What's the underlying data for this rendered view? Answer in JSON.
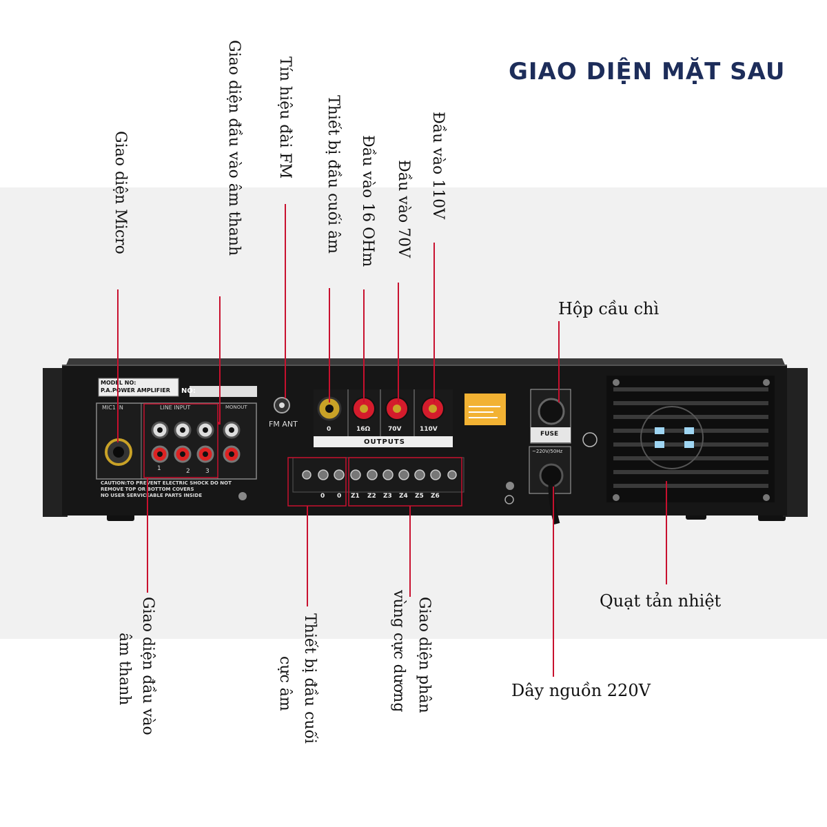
{
  "title": "GIAO DIỆN MẶT SAU",
  "labels": {
    "micro": "Giao diện Micro",
    "audio_in_top": "Giao diện đầu vào âm thanh",
    "fm": "Tín hiệu đài FM",
    "neg_top": "Thiết bị đầu cuối âm",
    "in16": "Đầu vào 16 OHm",
    "in70": "Đầu vào  70V",
    "in110": "Đầu vào  110V",
    "fuse_box": "Hộp cầu chì",
    "audio_in_bottom_1": "Giao diện đầu vào",
    "audio_in_bottom_2": "âm thanh",
    "neg_bottom_1": "Thiết bị đầu cuối",
    "neg_bottom_2": "cực âm",
    "zone_1": "Giao diện phân",
    "zone_2": "vùng cực dương",
    "fan": "Quạt tản nhiệt",
    "power_cord": "Dây nguồn 220V"
  },
  "panel": {
    "model_no": "MODEL NO:",
    "model_desc": "P.A.POWER AMPLIFIER",
    "no_label": "NO:",
    "mic_in": "MIC1 IN",
    "line_input": "LINE INPUT",
    "mon_out": "MONOUT",
    "ch1": "1",
    "ch2": "2",
    "ch3": "3",
    "caution1": "CAUTION:TO PREVENT ELECTRIC SHOCK DO NOT",
    "caution2": "REMOVE TOP OR BOTTOM COVERS",
    "caution3": "NO USER SERVICEABLE PARTS INSIDE",
    "fm_ant": "FM ANT",
    "out0": "0",
    "out16": "16Ω",
    "out70": "70V",
    "out110": "110V",
    "outputs": "OUTPUTS",
    "t0a": "0",
    "t0b": "0",
    "z1": "Z1",
    "z2": "Z2",
    "z3": "Z3",
    "z4": "Z4",
    "z5": "Z5",
    "z6": "Z6",
    "fuse": "FUSE",
    "power_rating": "~220V/50Hz"
  },
  "colors": {
    "title": "#1d2d5a",
    "callout": "#c8102e",
    "chassis": "#161616",
    "terminal_red": "#d41c2c",
    "sticker": "#f2b233"
  }
}
